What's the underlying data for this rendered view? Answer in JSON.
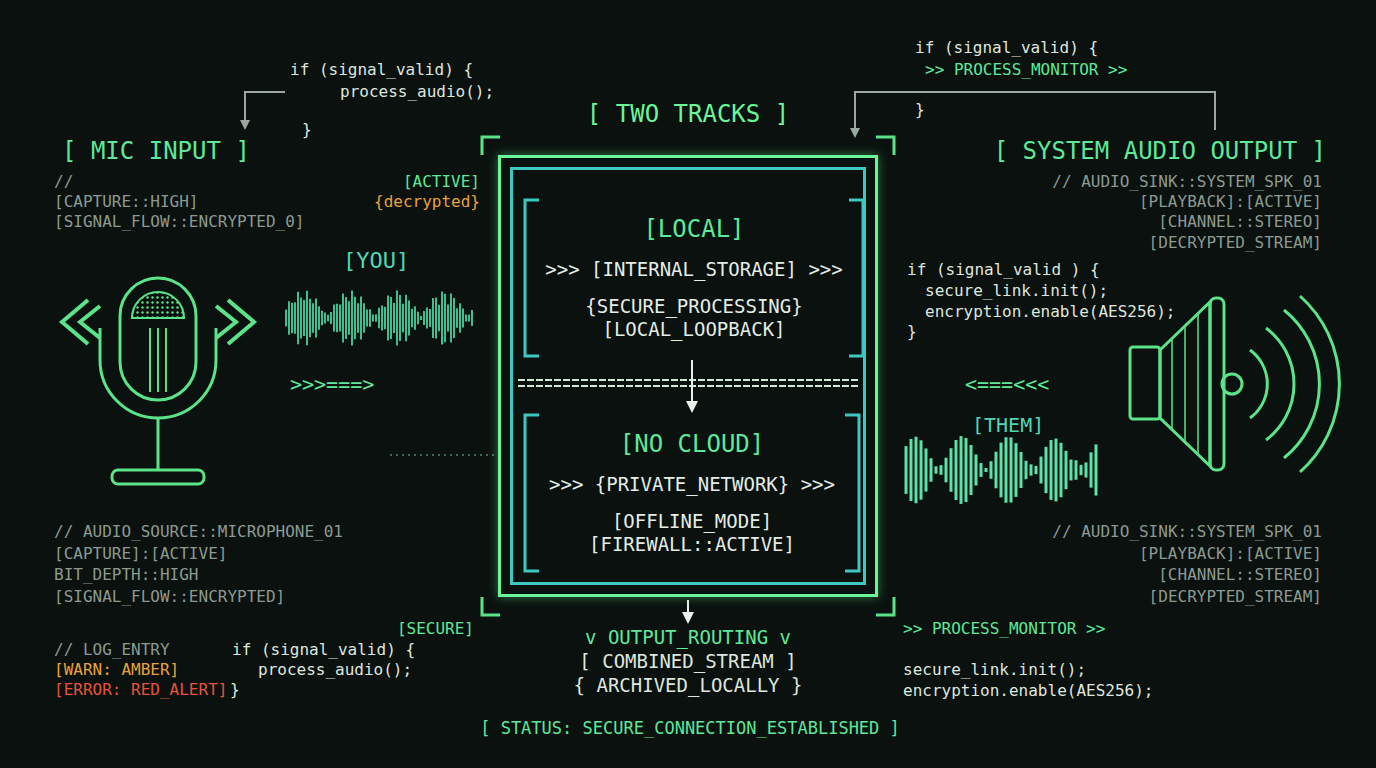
{
  "diagram": {
    "nodes": [
      {
        "text": [
          "[ TWO TRACKS ]"
        ]
      },
      {
        "text": [
          "[LOCAL]",
          ">>> [INTERNAL_STORAGE] >>>",
          "{SECURE_PROCESSING} [LOCAL_LOOPBACK]"
        ],
        "in": 0
      },
      {
        "text": [
          "[NO CLOUD]",
          ">>> {PRIVATE_NETWORK} >>>",
          "[OFFLINE_MODE] [FIREWALL::ACTIVE]"
        ],
        "in": 0
      }
    ],
    "edges": [
      {
        "from": 1,
        "to": 2,
        "arrow": "to"
      }
    ],
    "labels": [
      "if (signal_valid) {",
      "process_audio();",
      "}",
      "[ MIC INPUT ]",
      "//",
      "[CAPTURE::HIGH]",
      "[SIGNAL_FLOW::ENCRYPTED_0]",
      "[ACTIVE]",
      "{decrypted}",
      "[YOU]",
      ">>>===>",
      "// AUDIO_SOURCE::MICROPHONE_01",
      "[CAPTURE]:[ACTIVE]",
      "BIT_DEPTH::HIGH",
      "[SIGNAL_FLOW::ENCRYPTED]",
      "[SECURE]",
      "// LOG_ENTRY",
      "[WARN: AMBER]",
      "[ERROR: RED_ALERT]",
      "}",
      "if (signal_valid) {",
      "process_audio();",
      "v OUTPUT_ROUTING v",
      "[ COMBINED_STREAM ]",
      "{ ARCHIVED_LOCALLY }",
      "[ STATUS: SECURE_CONNECTION_ESTABLISHED ]",
      "if (signal_valid) {",
      ">> PROCESS_MONITOR >>",
      "}",
      "[ SYSTEM AUDIO OUTPUT ]",
      "// AUDIO_SINK::SYSTEM_SPK_01",
      "[PLAYBACK]:[ACTIVE]",
      "[CHANNEL::STEREO]",
      "[DECRYPTED_STREAM]",
      "if (signal_valid ) {",
      "secure_link.init();",
      "encryption.enable(AES256);",
      "}",
      "<===<<<",
      "[THEM]",
      "// AUDIO_SINK::SYSTEM_SPK_01",
      "[PLAYBACK]:[ACTIVE]",
      "[CHANNEL::STEREO]",
      "[DECRYPTED_STREAM]",
      ">> PROCESS_MONITOR >>",
      "secure_link.init();",
      "encryption.enable(AES256);"
    ]
  }
}
